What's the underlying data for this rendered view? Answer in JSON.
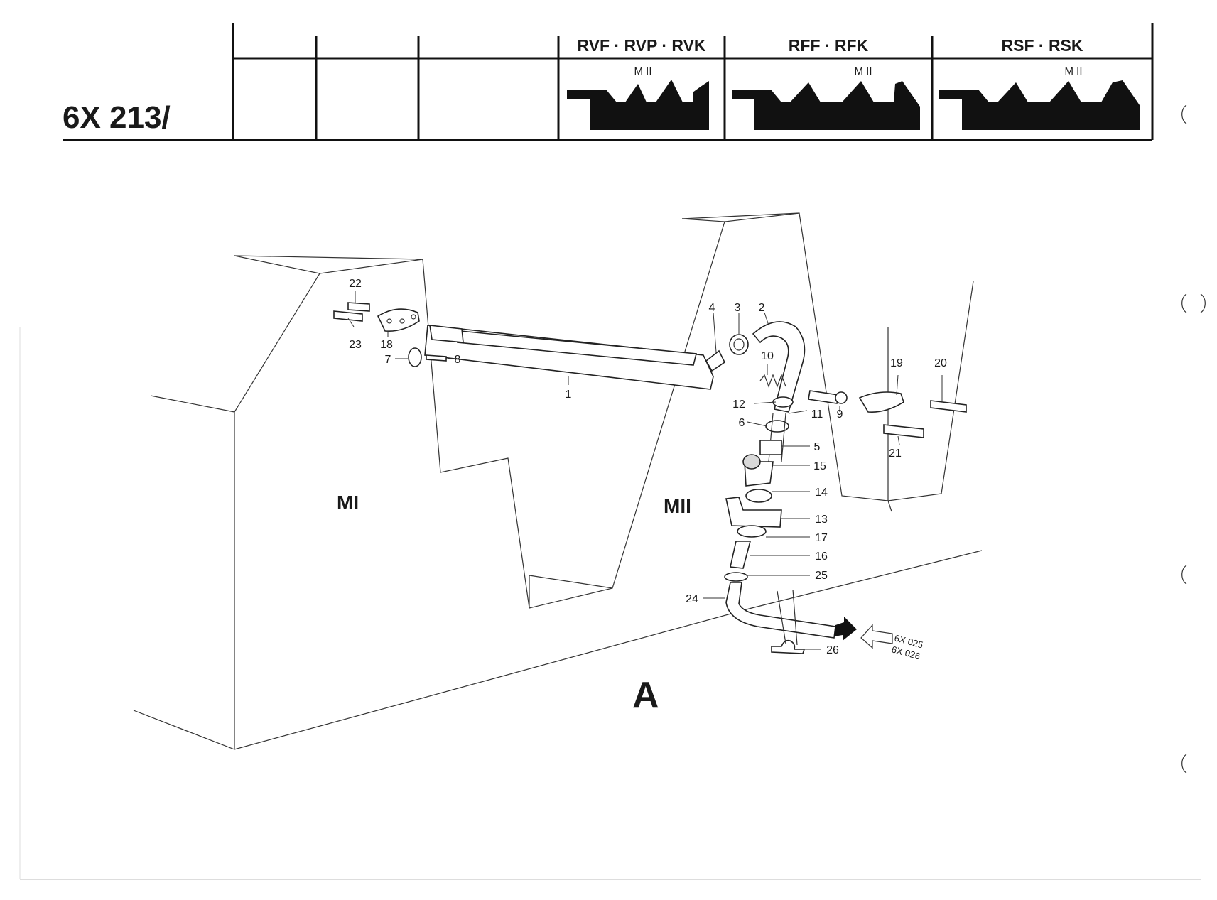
{
  "header": {
    "doc_code": "6X 213/",
    "columns": [
      {
        "title": "",
        "sub": ""
      },
      {
        "title": "",
        "sub": ""
      },
      {
        "title": "",
        "sub": ""
      },
      {
        "title": "RVF · RVP · RVK",
        "sub": "M II"
      },
      {
        "title": "RFF · RFK",
        "sub": "M II"
      },
      {
        "title": "RSF · RSK",
        "sub": "M II"
      }
    ]
  },
  "diagram": {
    "sections": {
      "left": "MI",
      "right": "MII"
    },
    "view_label": "A",
    "refs": [
      "6X 025",
      "6X 026"
    ],
    "parts": {
      "p1": "1",
      "p2": "2",
      "p3": "3",
      "p4": "4",
      "p5": "5",
      "p6": "6",
      "p7": "7",
      "p8": "8",
      "p9": "9",
      "p10": "10",
      "p11": "11",
      "p12": "12",
      "p13": "13",
      "p14": "14",
      "p15": "15",
      "p16": "16",
      "p17": "17",
      "p18": "18",
      "p19": "19",
      "p20": "20",
      "p21": "21",
      "p22": "22",
      "p23": "23",
      "p24": "24",
      "p25": "25",
      "p26": "26"
    }
  },
  "colors": {
    "ink": "#1a1a1a",
    "paper": "#ffffff",
    "fill": "#d9d9d9"
  }
}
